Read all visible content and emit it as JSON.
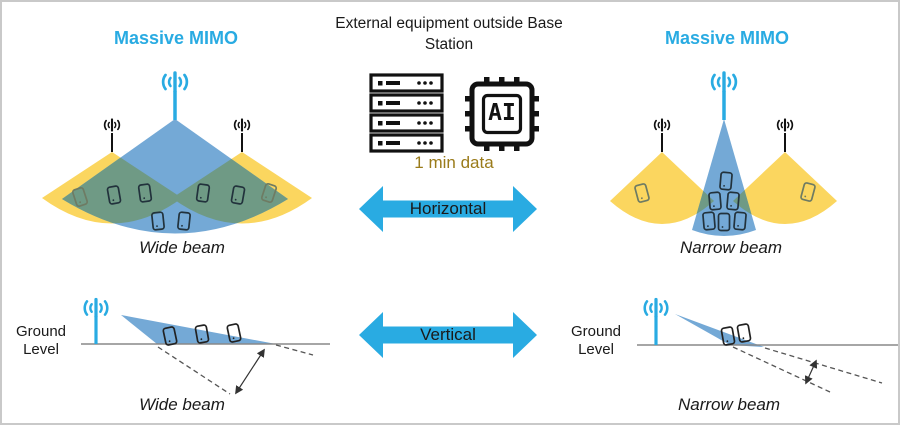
{
  "palette": {
    "accent_cyan": "#29abe2",
    "beam_blue": "#74a9d6",
    "fan_yellow": "#fbd65f",
    "overlap_green": "#6f9a85",
    "data_text_brown": "#9a7b1a"
  },
  "top_left": {
    "title": "Massive MIMO",
    "caption": "Wide beam"
  },
  "top_right": {
    "title": "Massive MIMO",
    "caption": "Narrow beam"
  },
  "center": {
    "heading_line1": "External equipment outside Base",
    "heading_line2": "Station",
    "data_caption": "1 min data",
    "chip_label": "AI",
    "horizontal_arrow_label": "Horizontal",
    "vertical_arrow_label": "Vertical"
  },
  "bottom_left": {
    "ground_label": "Ground Level",
    "caption": "Wide beam"
  },
  "bottom_right": {
    "ground_label": "Ground Level",
    "caption": "Narrow beam"
  }
}
